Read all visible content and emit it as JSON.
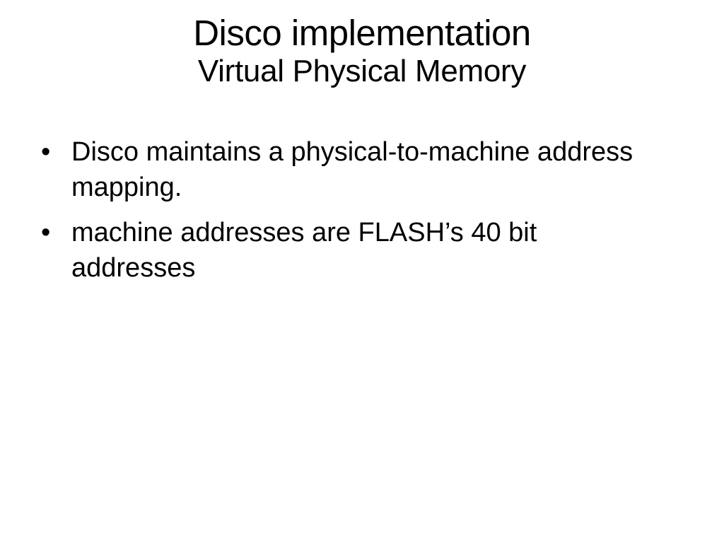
{
  "slide": {
    "title": "Disco implementation",
    "subtitle": "Virtual Physical Memory",
    "bullet_marker": "•",
    "bullets": [
      {
        "text": "Disco maintains a physical-to-machine address mapping."
      },
      {
        "text": "machine addresses are FLASH’s 40 bit addresses"
      }
    ]
  }
}
